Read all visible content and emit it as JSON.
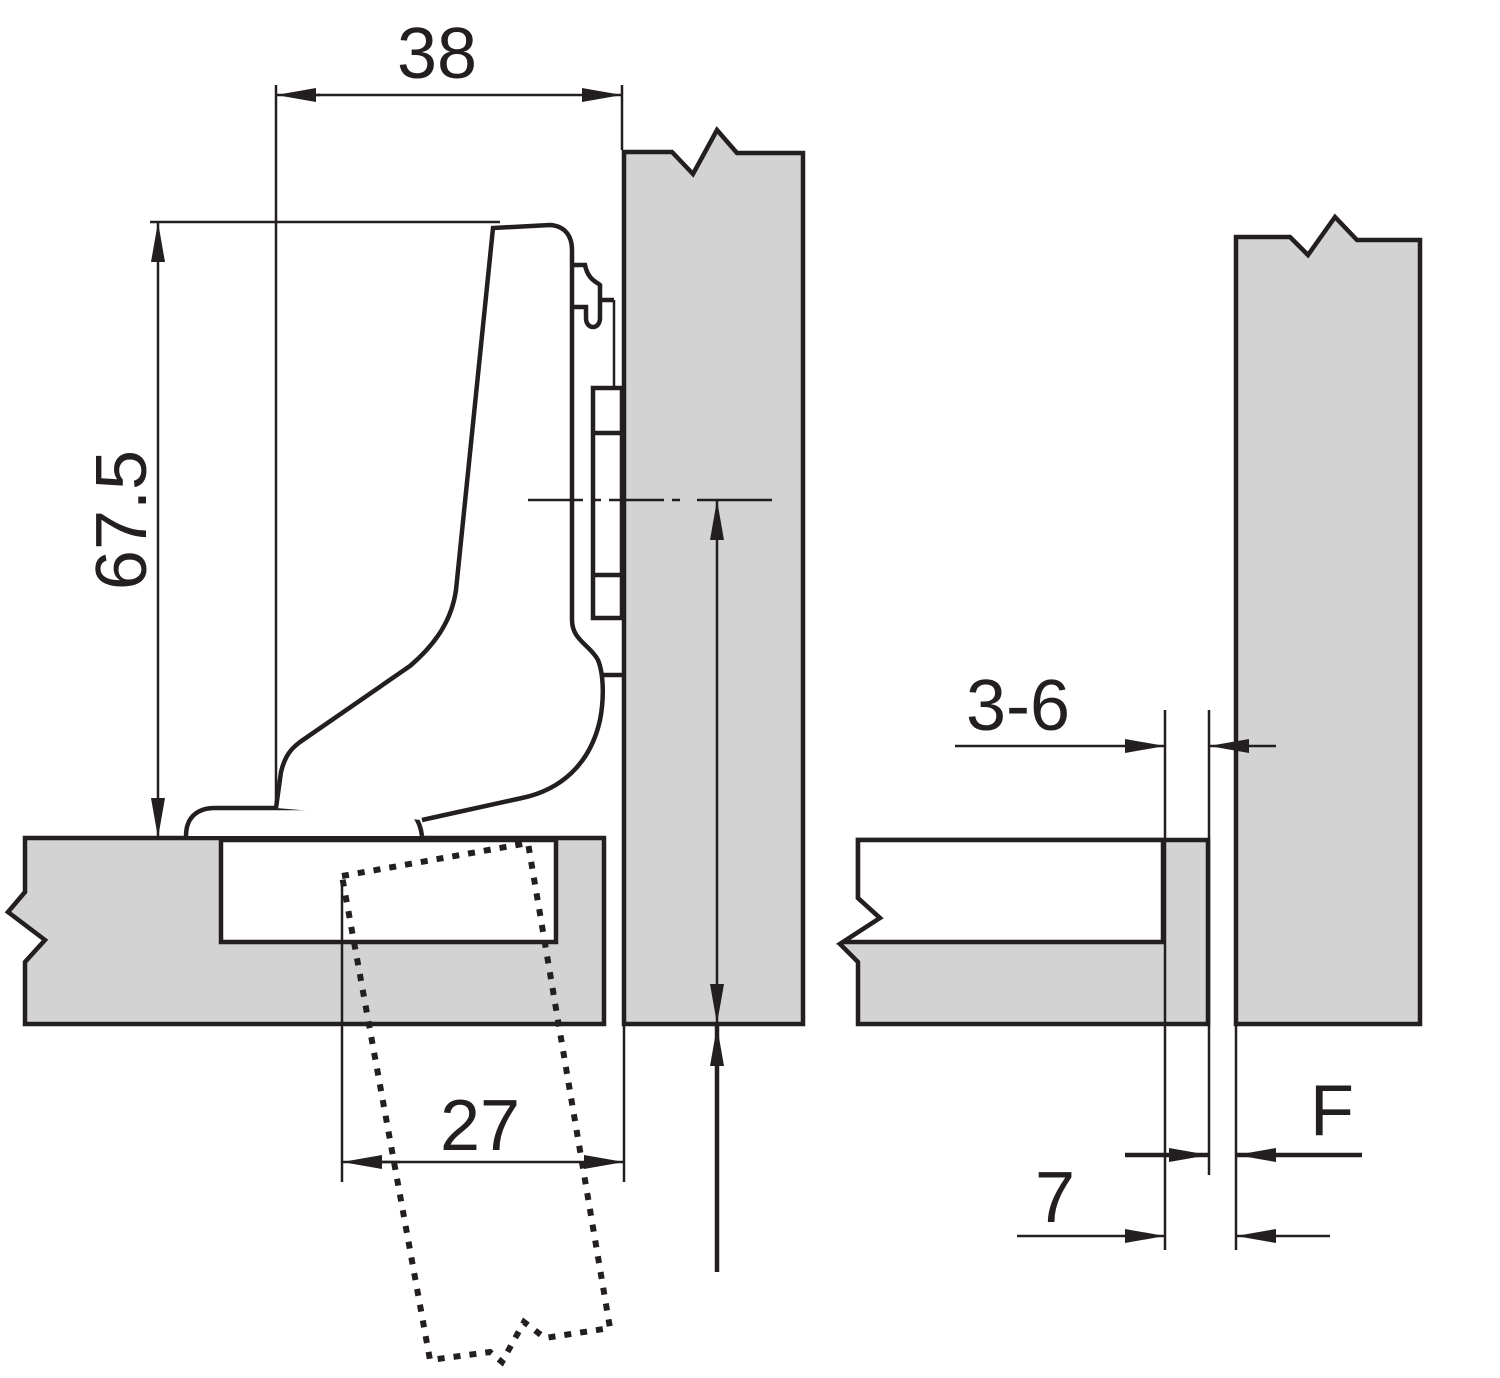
{
  "dimensions": {
    "width_38": "38",
    "height_67_5": "67.5",
    "width_27": "27",
    "gap_3_6": "3-6",
    "overlay_f": "F",
    "offset_7": "7"
  },
  "colors": {
    "panel_fill": "#d3d3d3",
    "line": "#231f20"
  }
}
